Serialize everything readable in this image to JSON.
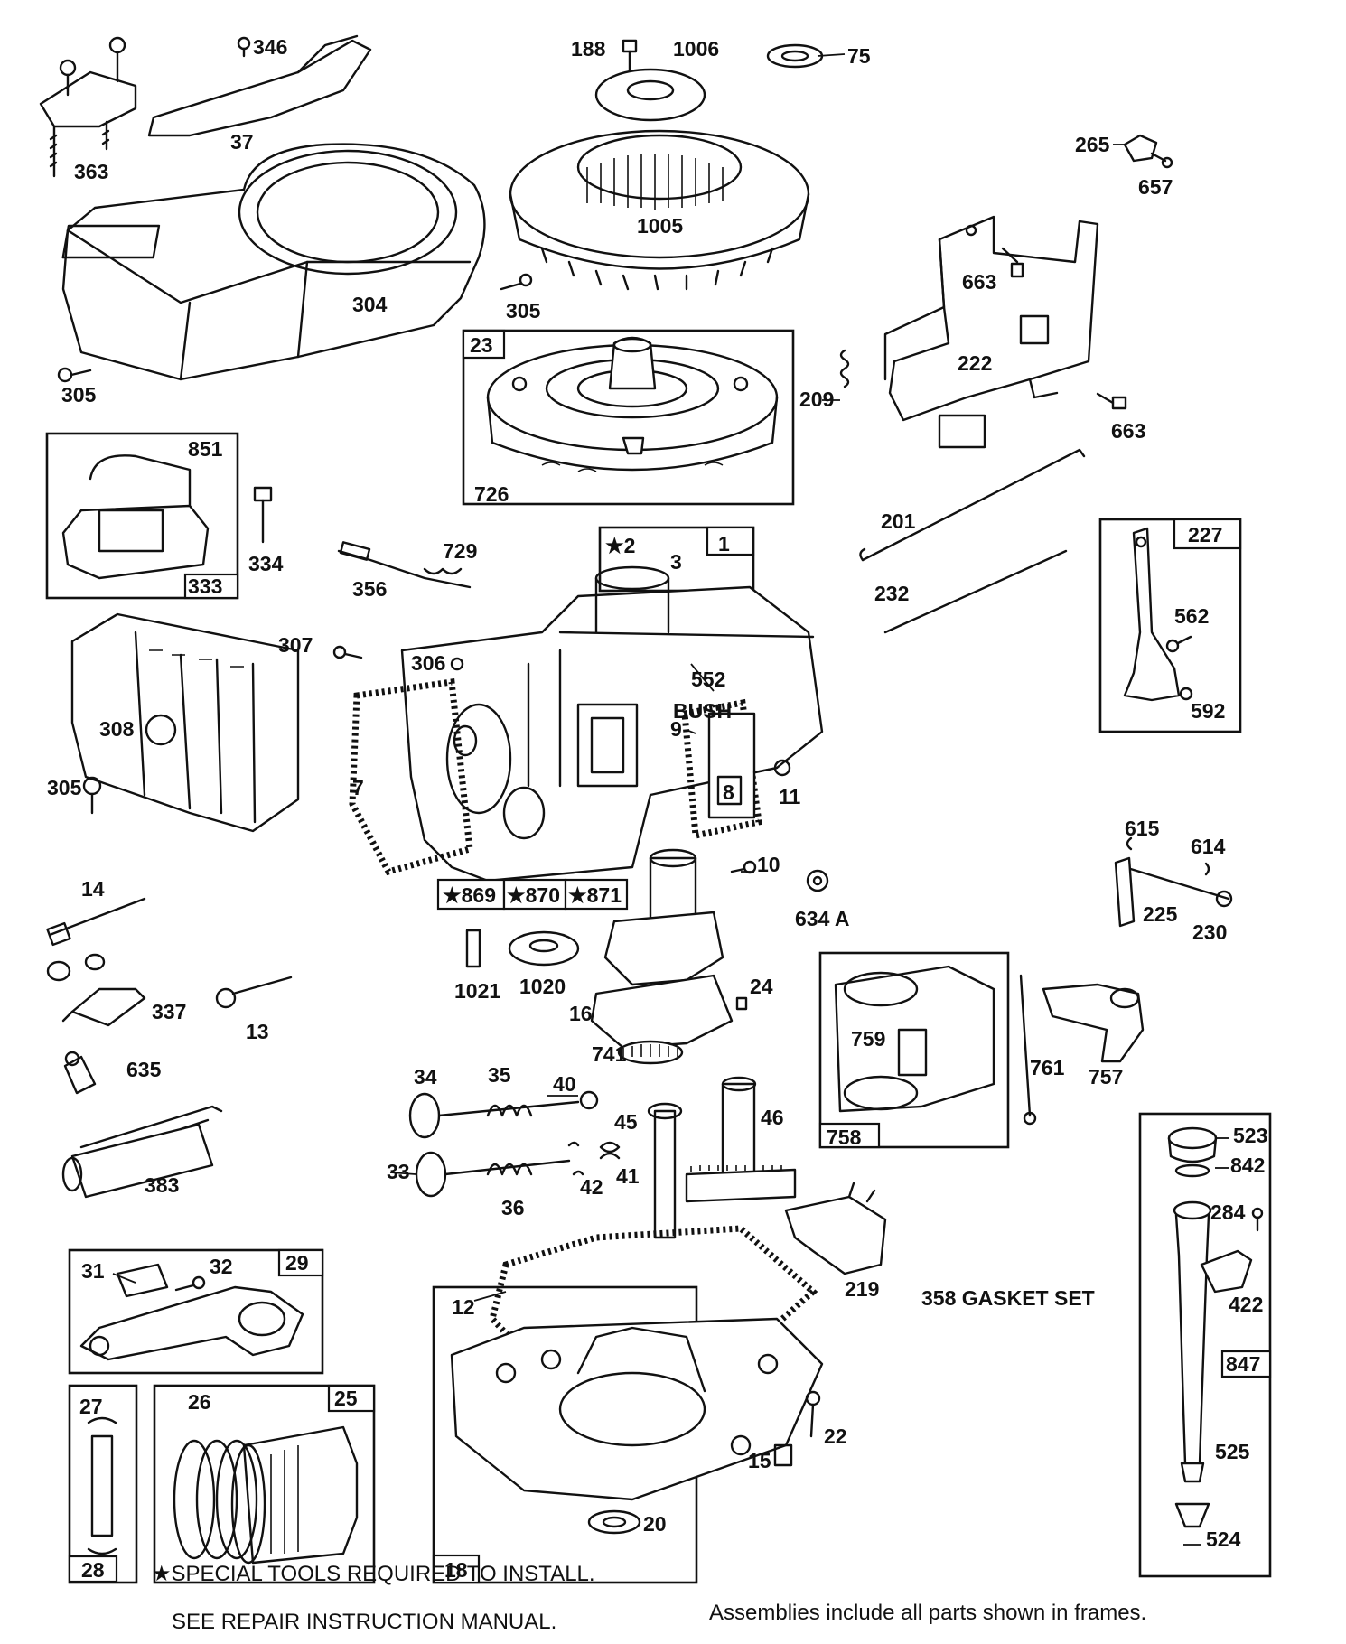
{
  "labels": {
    "p346": "346",
    "p363": "363",
    "p37": "37",
    "p304": "304",
    "p305a": "305",
    "p305b": "305",
    "p305c": "305",
    "p188": "188",
    "p1006": "1006",
    "p75": "75",
    "p1005": "1005",
    "p23": "23",
    "p726": "726",
    "p209": "209",
    "p265": "265",
    "p657": "657",
    "p663a": "663",
    "p663b": "663",
    "p222": "222",
    "p851": "851",
    "p334": "334",
    "p333": "333",
    "p729": "729",
    "p356": "356",
    "p2": "★2",
    "p3": "3",
    "p1": "1",
    "p201": "201",
    "p232": "232",
    "p227": "227",
    "p562": "562",
    "p592": "592",
    "p307": "307",
    "p306": "306",
    "p308": "308",
    "p7": "7",
    "p552": "552",
    "bush": "BUSH",
    "p9": "9",
    "p8": "8",
    "p11": "11",
    "p10": "10",
    "p869": "★869",
    "p870": "★870",
    "p871": "★871",
    "p634a": "634 A",
    "p615": "615",
    "p614": "614",
    "p225": "225",
    "p230": "230",
    "p14": "14",
    "p337": "337",
    "p13": "13",
    "p1021": "1021",
    "p1020": "1020",
    "p16": "16",
    "p24": "24",
    "p759": "759",
    "p761": "761",
    "p757": "757",
    "p758": "758",
    "p741": "741",
    "p635": "635",
    "p383": "383",
    "p34": "34",
    "p35": "35",
    "p40": "40",
    "p45": "45",
    "p46": "46",
    "p33": "33",
    "p36": "36",
    "p42": "42",
    "p41": "41",
    "p523": "523",
    "p842": "842",
    "p284": "284",
    "p422": "422",
    "p847": "847",
    "p525": "525",
    "p524": "524",
    "p29": "29",
    "p31": "31",
    "p32": "32",
    "p219": "219",
    "p12": "12",
    "p358": "358 GASKET SET",
    "p27": "27",
    "p26": "26",
    "p25": "25",
    "p28": "28",
    "p18": "18",
    "p22": "22",
    "p15": "15",
    "p20": "20"
  },
  "notes": {
    "special_tools": "★SPECIAL TOOLS REQUIRED TO INSTALL.",
    "see_manual": "SEE REPAIR INSTRUCTION MANUAL.",
    "assemblies": "Assemblies include all parts shown in frames."
  }
}
